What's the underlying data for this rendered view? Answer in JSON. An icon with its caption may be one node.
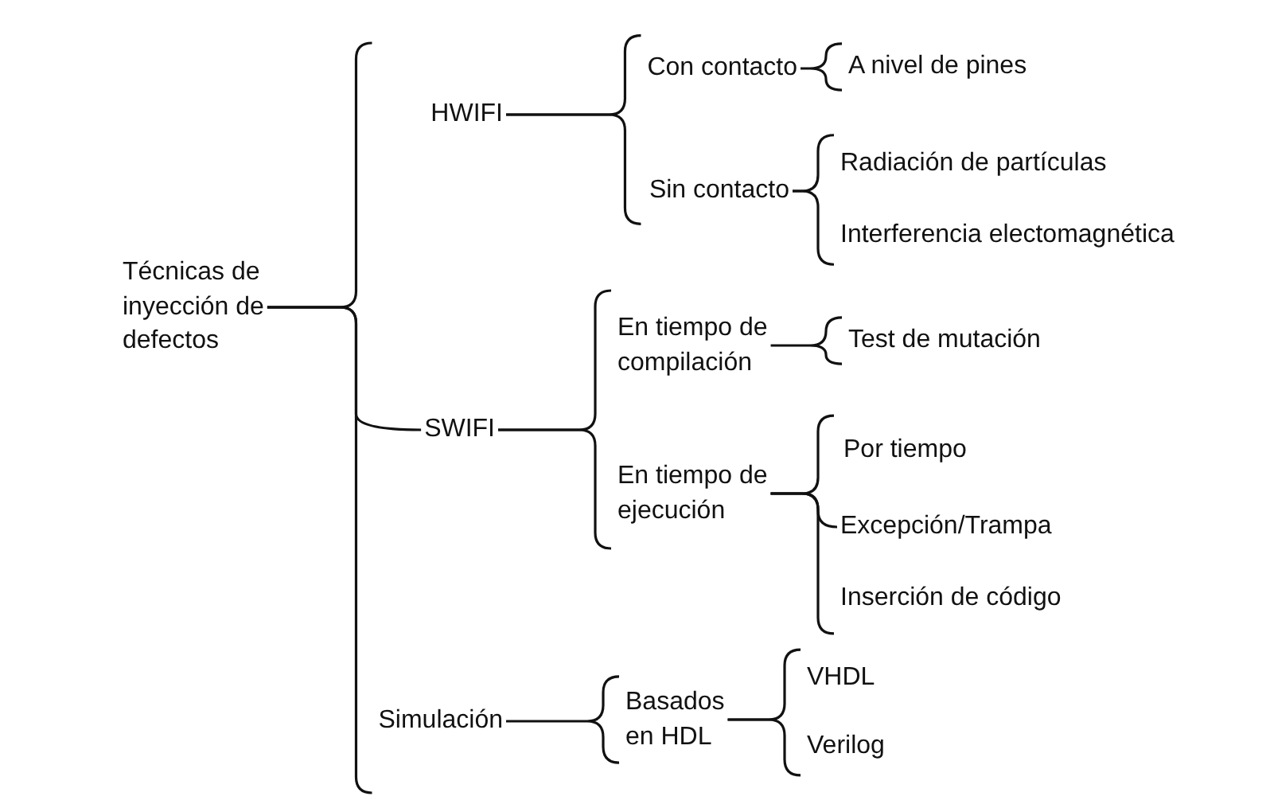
{
  "diagram": {
    "nodes": [
      {
        "text": [
          "Técnicas de inyección de defectos"
        ]
      },
      {
        "text": [
          "HWIFI"
        ]
      },
      {
        "text": [
          "SWIFI"
        ]
      },
      {
        "text": [
          "Simulación"
        ]
      },
      {
        "text": [
          "Con contacto"
        ]
      },
      {
        "text": [
          "Sin contacto"
        ]
      },
      {
        "text": [
          "En tiempo de compilación"
        ]
      },
      {
        "text": [
          "En tiempo de ejecución"
        ]
      },
      {
        "text": [
          "Basados en HDL"
        ]
      },
      {
        "text": [
          "A nivel de pines"
        ]
      },
      {
        "text": [
          "Radiación de partículas"
        ]
      },
      {
        "text": [
          "Interferencia electomagnética"
        ]
      },
      {
        "text": [
          "Test de mutación"
        ]
      },
      {
        "text": [
          "Por tiempo"
        ]
      },
      {
        "text": [
          "Excepción/Trampa"
        ]
      },
      {
        "text": [
          "Inserción de código"
        ]
      },
      {
        "text": [
          "VHDL"
        ]
      },
      {
        "text": [
          "Verilog"
        ]
      }
    ],
    "edges": [
      {
        "from": 0,
        "to": 1,
        "arrow": "none"
      },
      {
        "from": 0,
        "to": 2,
        "arrow": "none"
      },
      {
        "from": 0,
        "to": 3,
        "arrow": "none"
      },
      {
        "from": 1,
        "to": 4,
        "arrow": "none"
      },
      {
        "from": 1,
        "to": 5,
        "arrow": "none"
      },
      {
        "from": 2,
        "to": 6,
        "arrow": "none"
      },
      {
        "from": 2,
        "to": 7,
        "arrow": "none"
      },
      {
        "from": 3,
        "to": 8,
        "arrow": "none"
      },
      {
        "from": 4,
        "to": 9,
        "arrow": "none"
      },
      {
        "from": 5,
        "to": 10,
        "arrow": "none"
      },
      {
        "from": 5,
        "to": 11,
        "arrow": "none"
      },
      {
        "from": 6,
        "to": 12,
        "arrow": "none"
      },
      {
        "from": 7,
        "to": 13,
        "arrow": "none"
      },
      {
        "from": 7,
        "to": 14,
        "arrow": "none"
      },
      {
        "from": 7,
        "to": 15,
        "arrow": "none"
      },
      {
        "from": 8,
        "to": 16,
        "arrow": "none"
      },
      {
        "from": 8,
        "to": 17,
        "arrow": "none"
      }
    ]
  }
}
